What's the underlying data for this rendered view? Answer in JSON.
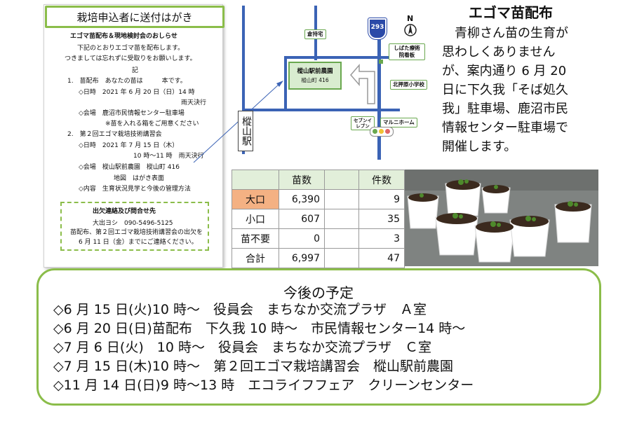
{
  "postcard": {
    "label": "栽培申込者に送付はがき",
    "title": "エゴマ苗配布＆現地検討会のおしらせ",
    "intro1": "下記のとおりエゴマ苗を配布します。",
    "intro2": "つきましては忘れずに受取りをお願いします。",
    "ki": "記",
    "item1": "1.　苗配布　あなたの苗は　　　本です。",
    "item1_date": "◇日時　2021 年 6 月 20 日（日）14 時",
    "item1_rain": "雨天決行",
    "item1_venue": "◇会場　鹿沼市民情報センター駐車場",
    "item1_note": "※苗を入れる箱をご用意ください",
    "item2": "2.　第２回エゴマ栽培技術講習会",
    "item2_date": "◇日時　2021 年 7 月 15 日（木）",
    "item2_time": "10 時～11 時　雨天決行",
    "item2_venue": "◇会場　樅山駅前農園　樅山町 416",
    "item2_map": "地図　はがき表面",
    "item2_content": "◇内容　生育状況見学と今後の管理方法",
    "contact_title": "出欠連絡及び問合せ先",
    "contact_name": "大出ヨシ　090-5496-5125",
    "contact_text1": "苗配布、第２回エゴマ栽培技術講習会の出欠を",
    "contact_text2": "6 月 11 日（金）までにご連絡ください。"
  },
  "map": {
    "station": "樅山駅",
    "route": "293",
    "north": "N",
    "farm_name": "樅山駅前農園",
    "farm_addr": "樅山町 416",
    "kurakake": "倉持宅",
    "shibata": "しばた療術院看板",
    "school": "北押原小学校",
    "seven": "セブンイレブン",
    "marunii": "マルニホーム"
  },
  "headline": {
    "title": "エゴマ苗配布",
    "lines": [
      "　青柳さん苗の生育が",
      "思わしくありません",
      "が、案内通り 6 月 20",
      "日に下久我「そば処久",
      "我」駐車場、鹿沼市民",
      "情報センター駐車場で",
      "開催します。"
    ]
  },
  "table": {
    "headers": [
      "",
      "苗数",
      "",
      "件数"
    ],
    "rows": [
      {
        "label": "大口",
        "count": "6,390",
        "cases": "9"
      },
      {
        "label": "小口",
        "count": "607",
        "cases": "35"
      },
      {
        "label": "苗不要",
        "count": "0",
        "cases": "3"
      },
      {
        "label": "合計",
        "count": "6,997",
        "cases": "47"
      }
    ]
  },
  "schedule": {
    "title": "今後の予定",
    "lines": [
      "◇6 月 15 日(火)10 時～　役員会　まちなか交流プラザ　Ａ室",
      "◇6 月 20 日(日)苗配布　下久我 10 時～　市民情報センター14 時～",
      "◇7 月 6 日(火)　10 時～　役員会　まちなか交流プラザ　Ｃ室",
      "◇7 月 15 日(木)10 時～　第２回エゴマ栽培講習会　樅山駅前農園",
      "◇11 月 14 日(日)9 時～13 時　エコライフフェア　クリーンセンター"
    ]
  },
  "colors": {
    "accent_green": "#8bbd4a",
    "road_blue": "#3b63b5",
    "highlight_orange": "#f4b183",
    "table_header": "#e2efda"
  }
}
